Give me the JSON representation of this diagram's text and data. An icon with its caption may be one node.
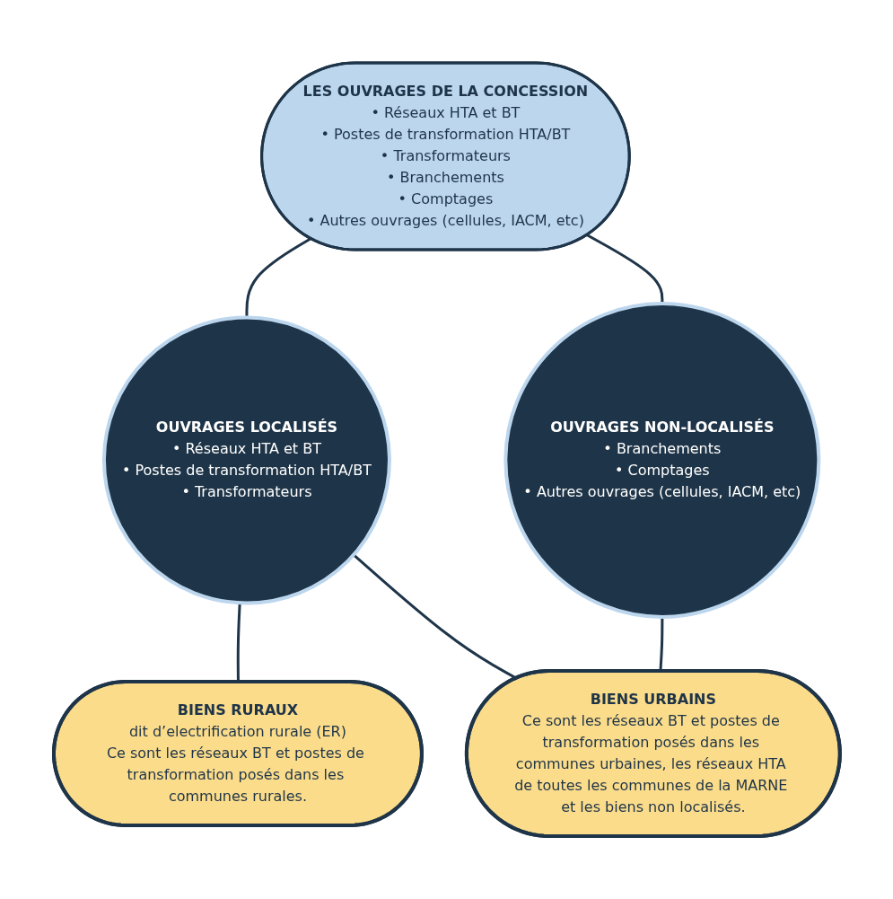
{
  "diagram": {
    "nodes": [
      {
        "text": [
          "LES OUVRAGES DE LA CONCESSION",
          "• Réseaux HTA et BT",
          "• Postes de transformation HTA/BT",
          "• Transformateurs",
          "• Branchements",
          "• Comptages",
          "• Autres ouvrages (cellules, IACM, etc)"
        ]
      },
      {
        "text": [
          "OUVRAGES LOCALISÉS",
          "• Réseaux HTA et BT",
          "• Postes de transformation HTA/BT",
          "• Transformateurs"
        ]
      },
      {
        "text": [
          "OUVRAGES NON-LOCALISÉS",
          "• Branchements",
          "• Comptages",
          "• Autres ouvrages (cellules, IACM, etc)"
        ]
      },
      {
        "text": [
          "BIENS URBAINS",
          "Ce sont les réseaux BT et postes de transformation posés dans les communes urbaines, les réseaux HTA de toutes les communes de la MARNE et les biens non localisés."
        ]
      },
      {
        "text": [
          "BIENS RURAUX",
          "dit d’electrification rurale (ER)",
          "Ce sont les réseaux BT et postes de transformation posés dans les communes rurales."
        ]
      }
    ],
    "edges": [
      {
        "from": 0,
        "to": 1,
        "arrow": "none"
      },
      {
        "from": 0,
        "to": 2,
        "arrow": "none"
      },
      {
        "from": 1,
        "to": 4,
        "arrow": "none"
      },
      {
        "from": 1,
        "to": 3,
        "arrow": "none"
      },
      {
        "from": 2,
        "to": 3,
        "arrow": "none"
      }
    ]
  }
}
